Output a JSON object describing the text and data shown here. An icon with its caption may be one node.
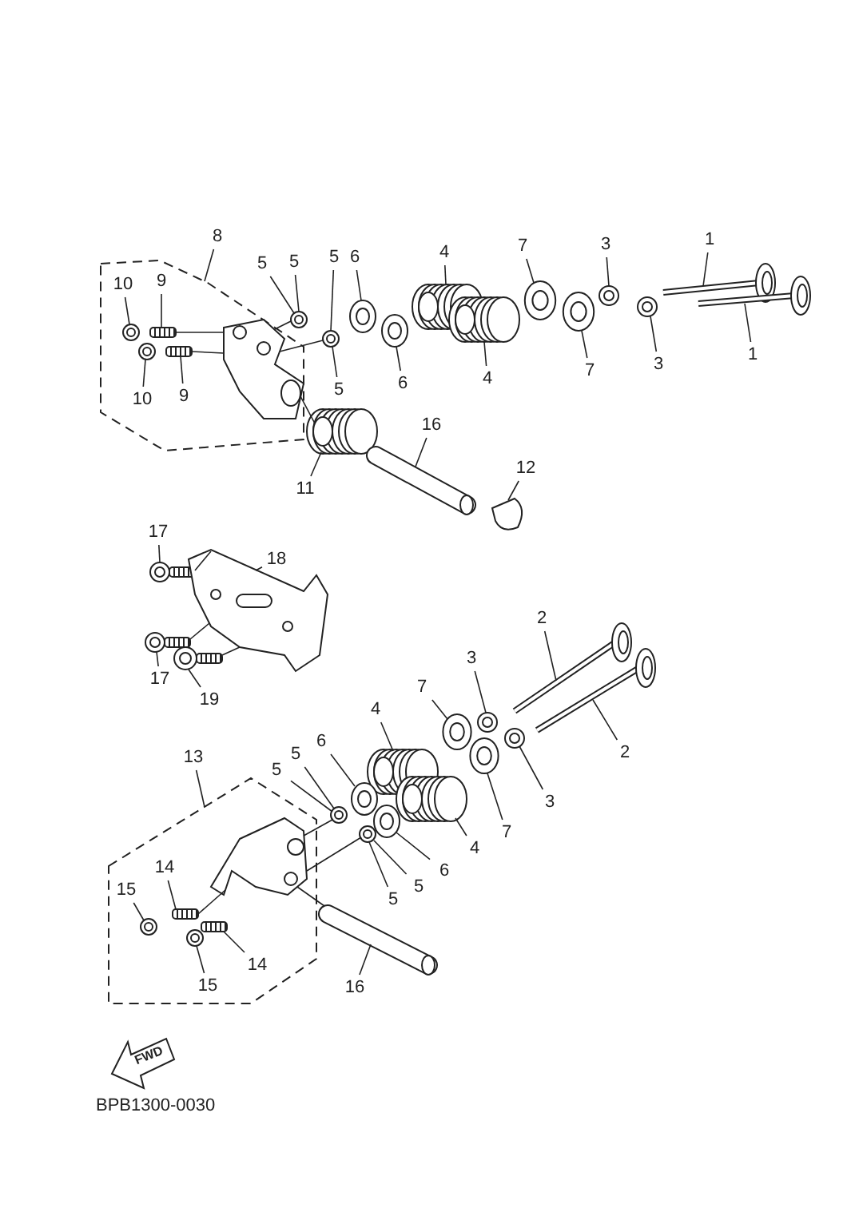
{
  "diagram": {
    "nodes": [
      {
        "text": [],
        "shape": "polygon"
      },
      {
        "text": [],
        "shape": "polygon"
      },
      {
        "text": [
          "8"
        ]
      },
      {
        "text": [
          "10"
        ],
        "in": 0
      },
      {
        "text": [
          "9"
        ],
        "in": 0
      },
      {
        "text": [
          "5"
        ]
      },
      {
        "text": [
          "5"
        ]
      },
      {
        "text": [
          "5"
        ]
      },
      {
        "text": [
          "6"
        ]
      },
      {
        "text": [
          "4"
        ]
      },
      {
        "text": [
          "7"
        ]
      },
      {
        "text": [
          "3"
        ]
      },
      {
        "text": [
          "1"
        ]
      },
      {
        "text": [
          "10"
        ],
        "in": 0
      },
      {
        "text": [
          "9"
        ],
        "in": 0
      },
      {
        "text": [
          "5"
        ]
      },
      {
        "text": [
          "6"
        ]
      },
      {
        "text": [
          "4"
        ]
      },
      {
        "text": [
          "7"
        ]
      },
      {
        "text": [
          "3"
        ]
      },
      {
        "text": [
          "1"
        ]
      },
      {
        "text": [
          "11"
        ]
      },
      {
        "text": [
          "16"
        ]
      },
      {
        "text": [
          "12"
        ]
      },
      {
        "text": [
          "17"
        ]
      },
      {
        "text": [
          "18"
        ]
      },
      {
        "text": [
          "17"
        ]
      },
      {
        "text": [
          "19"
        ]
      },
      {
        "text": [
          "2"
        ]
      },
      {
        "text": [
          "3"
        ]
      },
      {
        "text": [
          "7"
        ]
      },
      {
        "text": [
          "4"
        ]
      },
      {
        "text": [
          "6"
        ]
      },
      {
        "text": [
          "5"
        ]
      },
      {
        "text": [
          "5"
        ]
      },
      {
        "text": [
          "13"
        ]
      },
      {
        "text": [
          "2"
        ]
      },
      {
        "text": [
          "3"
        ]
      },
      {
        "text": [
          "7"
        ]
      },
      {
        "text": [
          "4"
        ]
      },
      {
        "text": [
          "6"
        ]
      },
      {
        "text": [
          "5"
        ]
      },
      {
        "text": [
          "5"
        ]
      },
      {
        "text": [
          "14"
        ],
        "in": 1
      },
      {
        "text": [
          "15"
        ],
        "in": 1
      },
      {
        "text": [
          "14"
        ],
        "in": 1
      },
      {
        "text": [
          "15"
        ],
        "in": 1
      },
      {
        "text": [
          "16"
        ]
      },
      {
        "text": [],
        "shape": "circle",
        "in": 0
      },
      {
        "text": [],
        "shape": "picture",
        "in": 0
      },
      {
        "text": [],
        "shape": "circle"
      },
      {
        "text": [],
        "shape": "circle"
      },
      {
        "text": [],
        "shape": "circle"
      },
      {
        "text": [],
        "shape": "picture"
      },
      {
        "text": [],
        "shape": "circle"
      },
      {
        "text": [],
        "shape": "circle"
      },
      {
        "text": [],
        "shape": "picture"
      },
      {
        "text": [],
        "shape": "circle",
        "in": 0
      },
      {
        "text": [],
        "shape": "picture",
        "in": 0
      },
      {
        "text": [],
        "shape": "circle"
      },
      {
        "text": [],
        "shape": "picture"
      },
      {
        "text": [],
        "shape": "circle"
      },
      {
        "text": [],
        "shape": "circle"
      },
      {
        "text": [],
        "shape": "picture"
      },
      {
        "text": [],
        "shape": "picture"
      },
      {
        "text": [],
        "shape": "picture"
      },
      {
        "text": [],
        "shape": "picture"
      },
      {
        "text": [],
        "shape": "picture"
      },
      {
        "text": [],
        "shape": "picture"
      },
      {
        "text": [],
        "shape": "picture"
      },
      {
        "text": [],
        "shape": "picture"
      },
      {
        "text": [],
        "shape": "picture"
      },
      {
        "text": [],
        "shape": "circle"
      },
      {
        "text": [],
        "shape": "circle"
      },
      {
        "text": [],
        "shape": "picture"
      },
      {
        "text": [],
        "shape": "circle"
      },
      {
        "text": [],
        "shape": "circle"
      },
      {
        "text": [],
        "shape": "picture"
      },
      {
        "text": [],
        "shape": "circle"
      },
      {
        "text": [],
        "shape": "circle"
      },
      {
        "text": [],
        "shape": "picture"
      },
      {
        "text": [],
        "shape": "circle"
      },
      {
        "text": [],
        "shape": "circle"
      },
      {
        "text": [],
        "shape": "picture",
        "in": 1
      },
      {
        "text": [],
        "shape": "circle",
        "in": 1
      },
      {
        "text": [],
        "shape": "picture",
        "in": 1
      },
      {
        "text": [],
        "shape": "circle",
        "in": 1
      },
      {
        "text": [],
        "shape": "picture"
      },
      {
        "text": [],
        "shape": "picture",
        "in": 0
      },
      {
        "text": [],
        "shape": "picture",
        "in": 1
      }
    ],
    "edges": [
      {
        "from": 2,
        "to": 0,
        "arrow": "none"
      },
      {
        "from": 3,
        "to": 48,
        "arrow": "none"
      },
      {
        "from": 4,
        "to": 49,
        "arrow": "none"
      },
      {
        "from": 5,
        "to": 50,
        "arrow": "none"
      },
      {
        "from": 6,
        "to": 50,
        "arrow": "none"
      },
      {
        "from": 7,
        "to": 51,
        "arrow": "none"
      },
      {
        "from": 8,
        "to": 52,
        "arrow": "none"
      },
      {
        "from": 9,
        "to": 53,
        "arrow": "none"
      },
      {
        "from": 10,
        "to": 54,
        "arrow": "none"
      },
      {
        "from": 11,
        "to": 55,
        "arrow": "none"
      },
      {
        "from": 12,
        "to": 56,
        "arrow": "none"
      },
      {
        "from": 13,
        "to": 57,
        "arrow": "none"
      },
      {
        "from": 14,
        "to": 58,
        "arrow": "none"
      },
      {
        "from": 15,
        "to": 51,
        "arrow": "none"
      },
      {
        "from": 16,
        "to": 59,
        "arrow": "none"
      },
      {
        "from": 17,
        "to": 60,
        "arrow": "none"
      },
      {
        "from": 18,
        "to": 61,
        "arrow": "none"
      },
      {
        "from": 19,
        "to": 62,
        "arrow": "none"
      },
      {
        "from": 20,
        "to": 63,
        "arrow": "none"
      },
      {
        "from": 21,
        "to": 64,
        "arrow": "none"
      },
      {
        "from": 22,
        "to": 65,
        "arrow": "none"
      },
      {
        "from": 23,
        "to": 66,
        "arrow": "none"
      },
      {
        "from": 24,
        "to": 67,
        "arrow": "none"
      },
      {
        "from": 25,
        "to": 68,
        "arrow": "none"
      },
      {
        "from": 26,
        "to": 69,
        "arrow": "none"
      },
      {
        "from": 27,
        "to": 70,
        "arrow": "none"
      },
      {
        "from": 28,
        "to": 71,
        "arrow": "none"
      },
      {
        "from": 29,
        "to": 72,
        "arrow": "none"
      },
      {
        "from": 30,
        "to": 73,
        "arrow": "none"
      },
      {
        "from": 31,
        "to": 74,
        "arrow": "none"
      },
      {
        "from": 32,
        "to": 75,
        "arrow": "none"
      },
      {
        "from": 33,
        "to": 76,
        "arrow": "none"
      },
      {
        "from": 34,
        "to": 76,
        "arrow": "none"
      },
      {
        "from": 35,
        "to": 1,
        "arrow": "none"
      },
      {
        "from": 36,
        "to": 77,
        "arrow": "none"
      },
      {
        "from": 37,
        "to": 78,
        "arrow": "none"
      },
      {
        "from": 38,
        "to": 79,
        "arrow": "none"
      },
      {
        "from": 39,
        "to": 80,
        "arrow": "none"
      },
      {
        "from": 40,
        "to": 81,
        "arrow": "none"
      },
      {
        "from": 41,
        "to": 82,
        "arrow": "none"
      },
      {
        "from": 42,
        "to": 82,
        "arrow": "none"
      },
      {
        "from": 43,
        "to": 83,
        "arrow": "none"
      },
      {
        "from": 44,
        "to": 84,
        "arrow": "none"
      },
      {
        "from": 45,
        "to": 85,
        "arrow": "none"
      },
      {
        "from": 46,
        "to": 86,
        "arrow": "none"
      },
      {
        "from": 47,
        "to": 87,
        "arrow": "none"
      },
      {
        "from": 49,
        "to": 88,
        "arrow": "none"
      },
      {
        "from": 58,
        "to": 88,
        "arrow": "none"
      },
      {
        "from": 88,
        "to": 50,
        "arrow": "none"
      },
      {
        "from": 88,
        "to": 51,
        "arrow": "none"
      },
      {
        "from": 88,
        "to": 64,
        "arrow": "none"
      },
      {
        "from": 67,
        "to": 68,
        "arrow": "none"
      },
      {
        "from": 69,
        "to": 68,
        "arrow": "none"
      },
      {
        "from": 70,
        "to": 68,
        "arrow": "none"
      },
      {
        "from": 83,
        "to": 89,
        "arrow": "none"
      },
      {
        "from": 89,
        "to": 76,
        "arrow": "none"
      },
      {
        "from": 89,
        "to": 82,
        "arrow": "none"
      },
      {
        "from": 89,
        "to": 87,
        "arrow": "none"
      }
    ],
    "labels": [
      "FWD",
      "BPB1300-0030"
    ]
  }
}
